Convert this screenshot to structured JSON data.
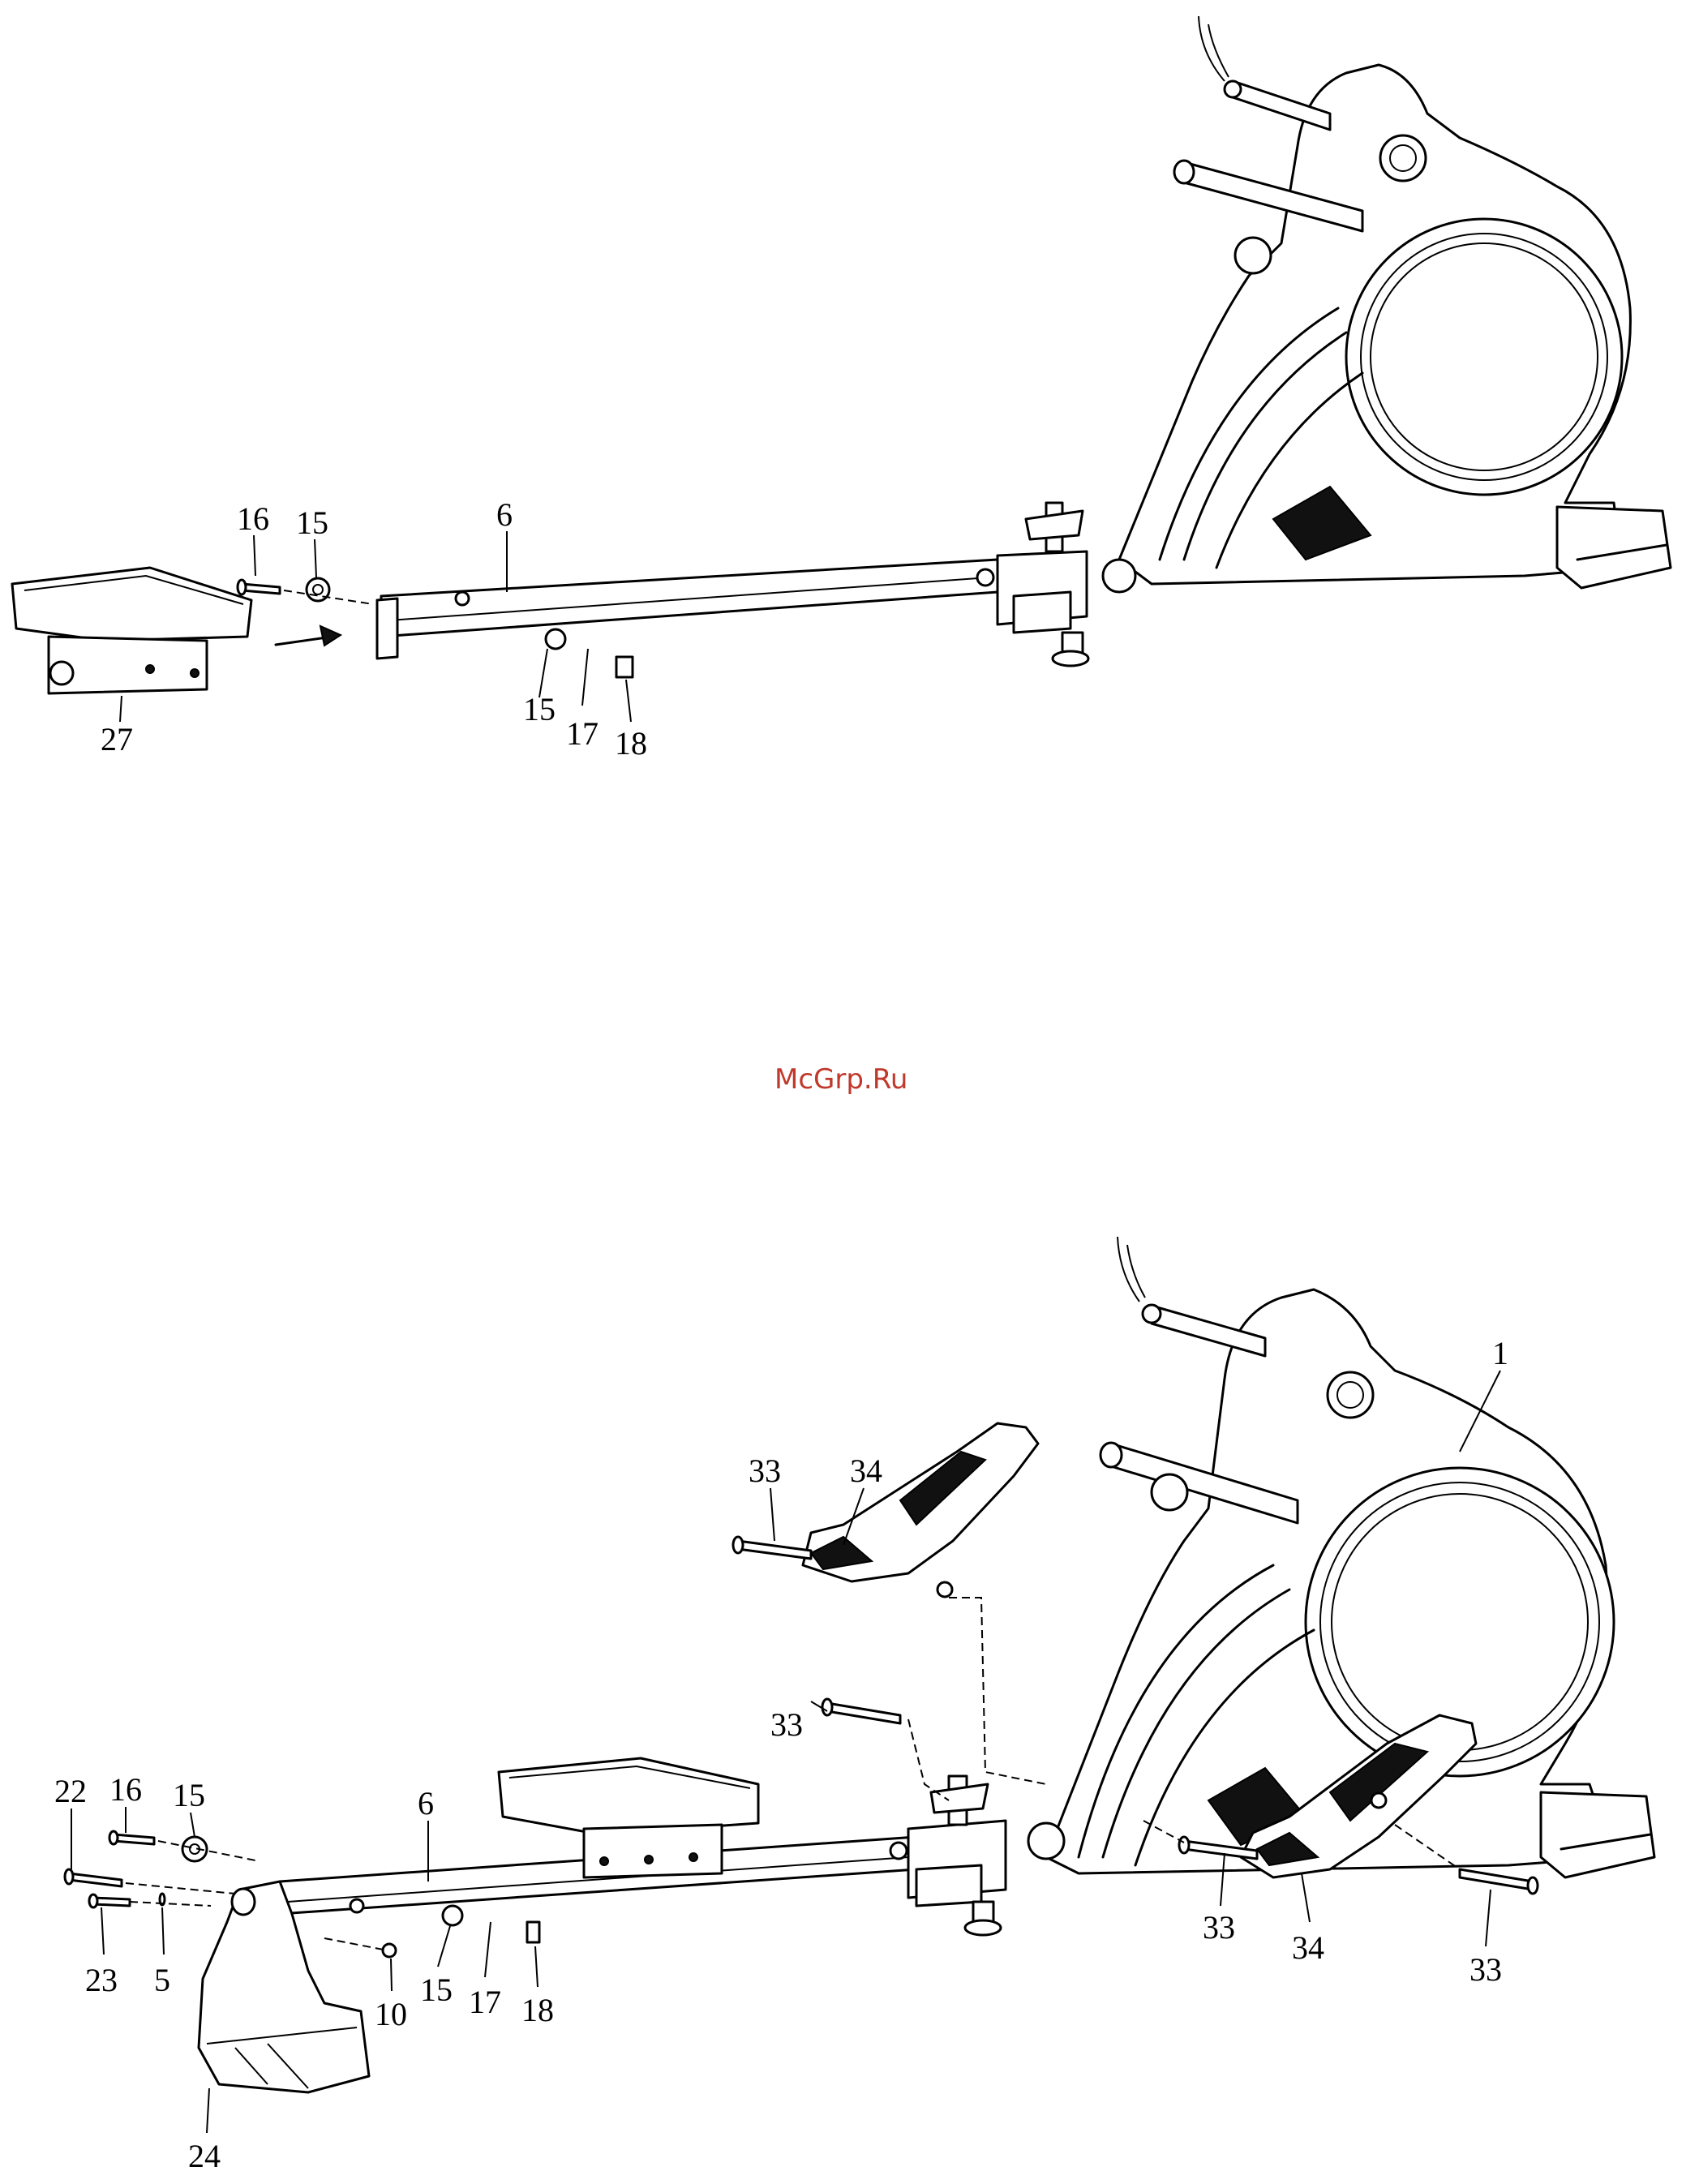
{
  "watermark": "McGrp.Ru",
  "diagram_top": {
    "labels": [
      "16",
      "15",
      "6",
      "27",
      "15",
      "17",
      "18"
    ]
  },
  "diagram_bottom": {
    "labels": [
      "1",
      "33",
      "34",
      "33",
      "22",
      "16",
      "15",
      "6",
      "23",
      "5",
      "10",
      "15",
      "17",
      "18",
      "24",
      "33",
      "34",
      "33"
    ]
  }
}
